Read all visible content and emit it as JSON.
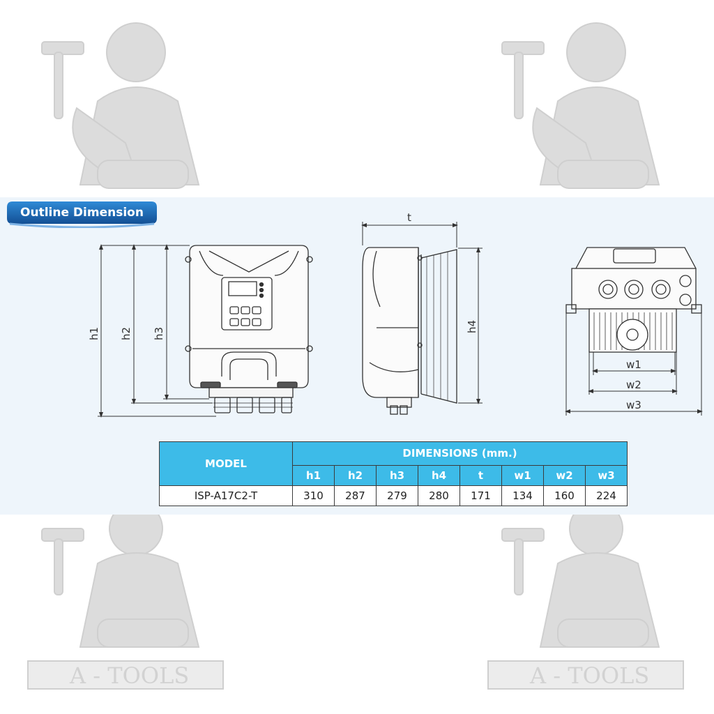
{
  "title": "Outline Dimension",
  "watermark": {
    "text": "A - TOOLS"
  },
  "labels": {
    "h1": "h1",
    "h2": "h2",
    "h3": "h3",
    "h4": "h4",
    "t": "t",
    "w1": "w1",
    "w2": "w2",
    "w3": "w3"
  },
  "table": {
    "model_header": "MODEL",
    "dimensions_header": "DIMENSIONS (mm.)",
    "columns": [
      "h1",
      "h2",
      "h3",
      "h4",
      "t",
      "w1",
      "w2",
      "w3"
    ],
    "row": {
      "model": "ISP-A17C2-T",
      "values": [
        "310",
        "287",
        "279",
        "280",
        "171",
        "134",
        "160",
        "224"
      ]
    }
  },
  "colors": {
    "header_blue": "#3dbbe8",
    "badge_blue": "#1a65b3",
    "panel_bg": "#eef5fb",
    "line": "#333333"
  }
}
